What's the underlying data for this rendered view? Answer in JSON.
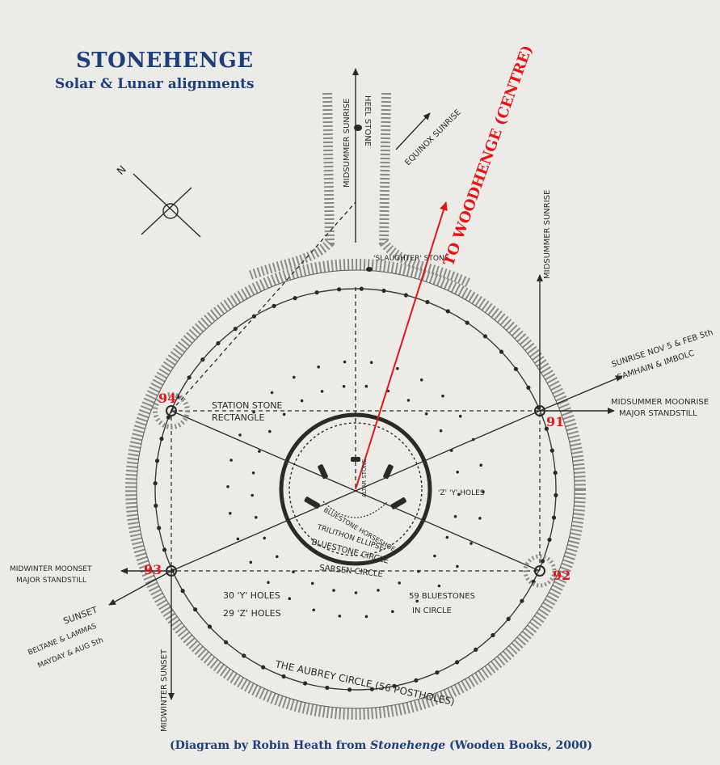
{
  "title": "STONEHENGE",
  "subtitle": "Solar & Lunar alignments",
  "credit": {
    "prefix": "(Diagram by Robin Heath from ",
    "book": "Stonehenge",
    "suffix": " (Wooden Books, 2000)"
  },
  "labels": {
    "midsummer_sunrise_avenue": "MIDSUMMER SUNRISE",
    "heel_stone": "HEEL STONE",
    "equinox_sunrise": "EQUINOX SUNRISE",
    "slaughter_stone": "'SLAUGHTER' STONE",
    "to_woodhenge": "TO WOODHENGE (CENTRE)",
    "midsummer_sunrise_right": "MIDSUMMER SUNRISE",
    "sunrise_nov_feb": "SUNRISE NOV 5 & FEB 5th",
    "samhain_imbolc": "SAMHAIN & IMBOLC",
    "midsummer_moonrise": "MIDSUMMER MOONRISE",
    "major_standstill_right": "MAJOR STANDSTILL",
    "station_stone": "STATION STONE",
    "rectangle": "RECTANGLE",
    "altar_stone": "ALTAR STONE",
    "bluestone_horseshoe": "BLUESTONE HORSESHOE",
    "trilithon_ellipse": "TRILITHON ELLIPSE",
    "bluestone_circle": "BLUESTONE CIRCLE",
    "sarsen_circle": "SARSEN CIRCLE",
    "zy_holes": "'Z' 'Y' HOLES",
    "midwinter_moonset": "MIDWINTER MOONSET",
    "major_standstill_left": "MAJOR STANDSTILL",
    "sunset": "SUNSET",
    "beltane_lammas": "BELTANE & LAMMAS",
    "mayday_aug": "MAYDAY & AUG 5th",
    "y_holes": "30 'Y' HOLES",
    "z_holes": "29 'Z' HOLES",
    "bluestones_59": "59 BLUESTONES",
    "in_circle": "IN CIRCLE",
    "aubrey_circle": "THE AUBREY CIRCLE (56 POSTHOLES)",
    "midwinter_sunset": "MIDWINTER SUNSET",
    "north": "N"
  },
  "station_numbers": {
    "s91": "91",
    "s92": "92",
    "s93": "93",
    "s94": "94"
  },
  "colors": {
    "title": "#1f3f7a",
    "accent_red": "#e01818",
    "ink": "#2a2a2a",
    "paper": "#ecebe8"
  }
}
